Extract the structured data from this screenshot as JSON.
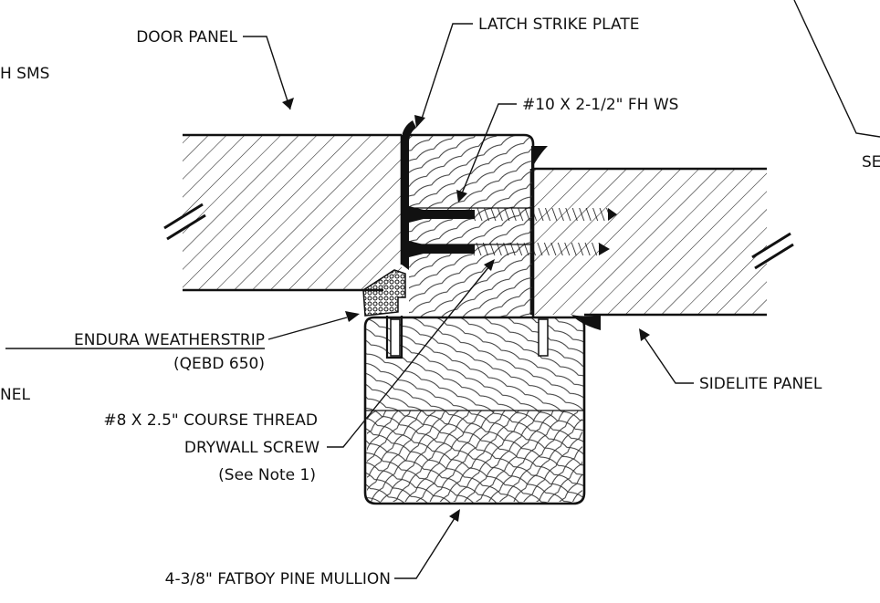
{
  "labels": {
    "door_panel": "DOOR PANEL",
    "latch_strike_plate": "LATCH STRIKE PLATE",
    "fh_ws_screw": "#10 X 2-1/2\" FH WS",
    "sms_partial": "H SMS",
    "se_partial": "SE",
    "weatherstrip": "ENDURA WEATHERSTRIP",
    "weatherstrip_code": "(QEBD 650)",
    "nel_partial": "NEL",
    "sidelite_panel": "SIDELITE PANEL",
    "drywall_line1": "#8 X 2.5\" COURSE THREAD",
    "drywall_line2": "DRYWALL SCREW",
    "drywall_note": "(See Note 1)",
    "mullion": "4-3/8\" FATBOY PINE MULLION"
  }
}
